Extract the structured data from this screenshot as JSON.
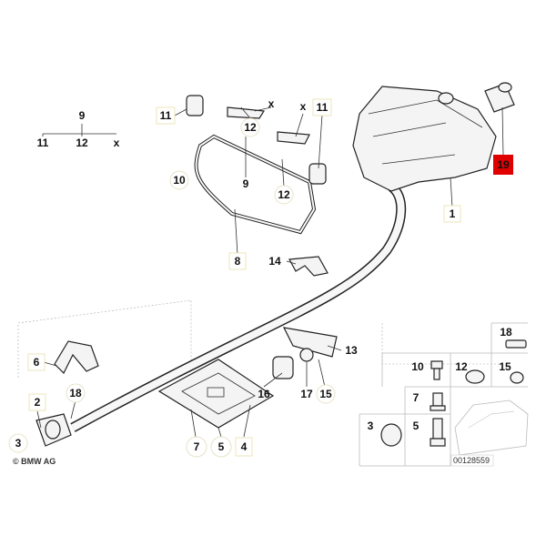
{
  "diagram": {
    "legend": {
      "top": "9",
      "left": "11",
      "mid": "12",
      "right": "x"
    },
    "callouts": {
      "c11a": "11",
      "c12a": "12",
      "cxa": "x",
      "cxb": "x",
      "c11b": "11",
      "c10": "10",
      "c9": "9",
      "c12b": "12",
      "c8": "8",
      "c14": "14",
      "c1": "1",
      "c19": "19",
      "c6": "6",
      "c13": "13",
      "c16": "16",
      "c17": "17",
      "c15": "15",
      "c2": "2",
      "c18": "18",
      "c3": "3",
      "c7": "7",
      "c5": "5",
      "c4": "4"
    },
    "panel": {
      "p18": "18",
      "p10": "10",
      "p12": "12",
      "p15": "15",
      "p7": "7",
      "p3": "3",
      "p5": "5"
    },
    "highlight_color": "#e00000",
    "copyright": "© BMW AG",
    "reference_number": "00128559"
  }
}
